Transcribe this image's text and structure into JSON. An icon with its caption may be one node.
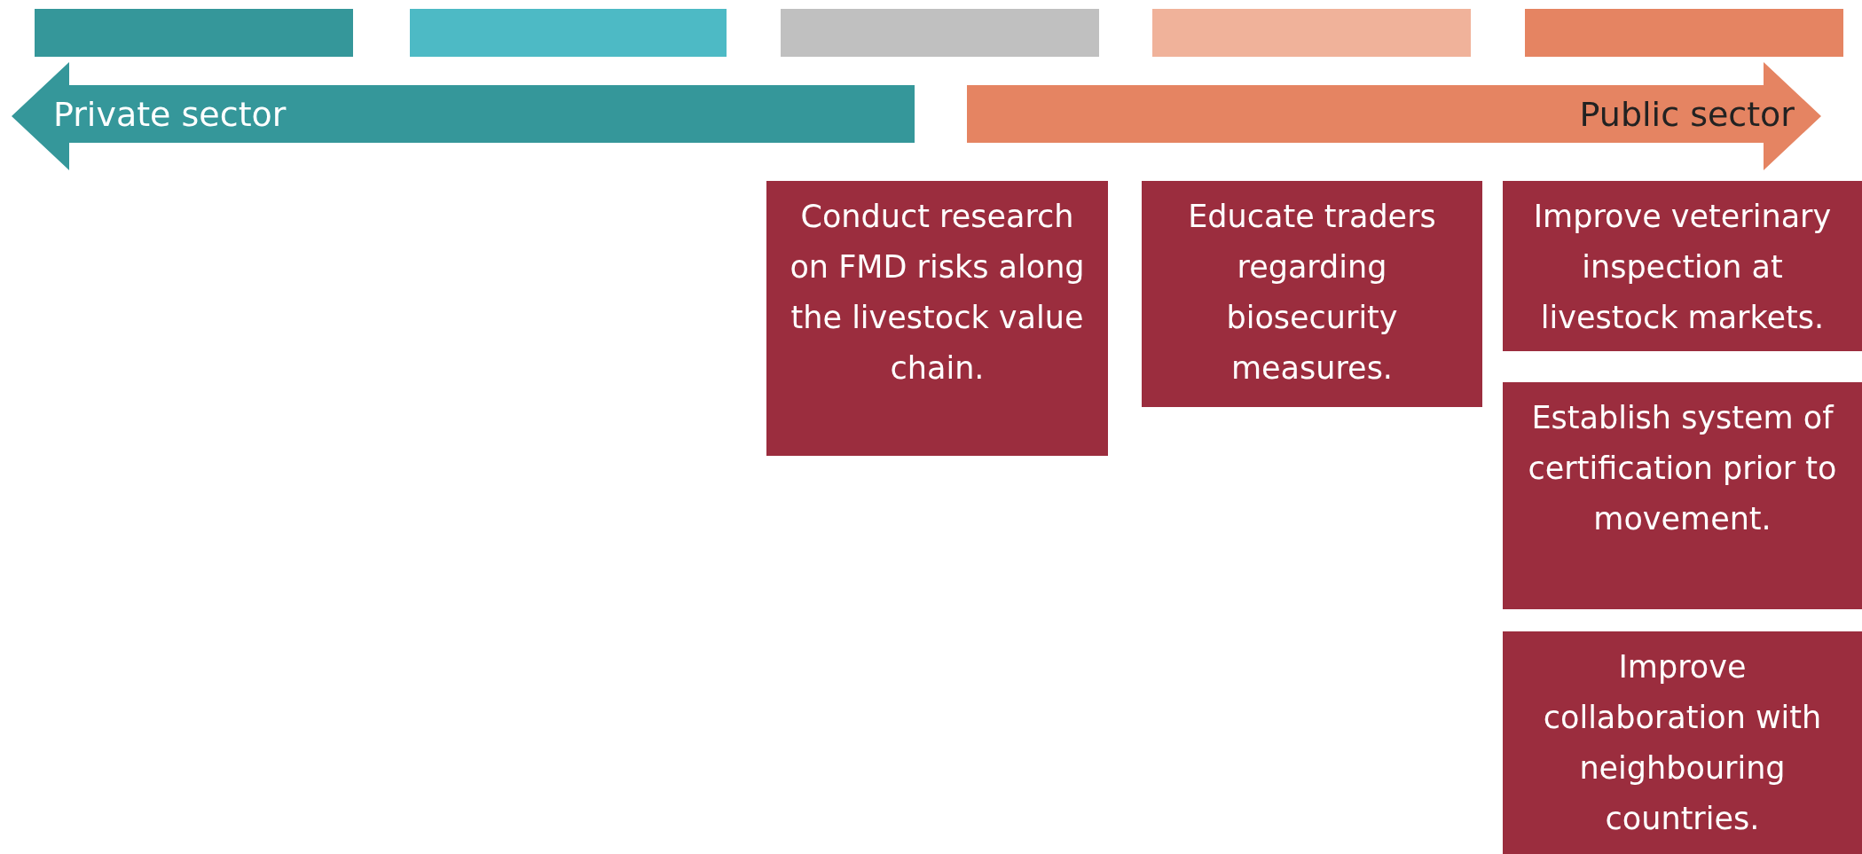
{
  "diagram": {
    "nodes": [
      {
        "text": [],
        "shape": "bar"
      },
      {
        "text": [],
        "shape": "bar"
      },
      {
        "text": [],
        "shape": "bar"
      },
      {
        "text": [],
        "shape": "bar"
      },
      {
        "text": [],
        "shape": "bar"
      },
      {
        "text": [
          "Private sector"
        ]
      },
      {
        "text": [
          "Public sector"
        ]
      },
      {
        "text": [
          "Conduct research on FMD risks along the livestock value chain."
        ]
      },
      {
        "text": [
          "Educate traders regarding biosecurity measures."
        ]
      },
      {
        "text": [
          "Improve veterinary inspection at livestock markets."
        ]
      },
      {
        "text": [
          "Establish system of  certification prior to movement."
        ]
      },
      {
        "text": [
          "Improve collaboration with neighbouring countries."
        ]
      }
    ],
    "edges": []
  }
}
